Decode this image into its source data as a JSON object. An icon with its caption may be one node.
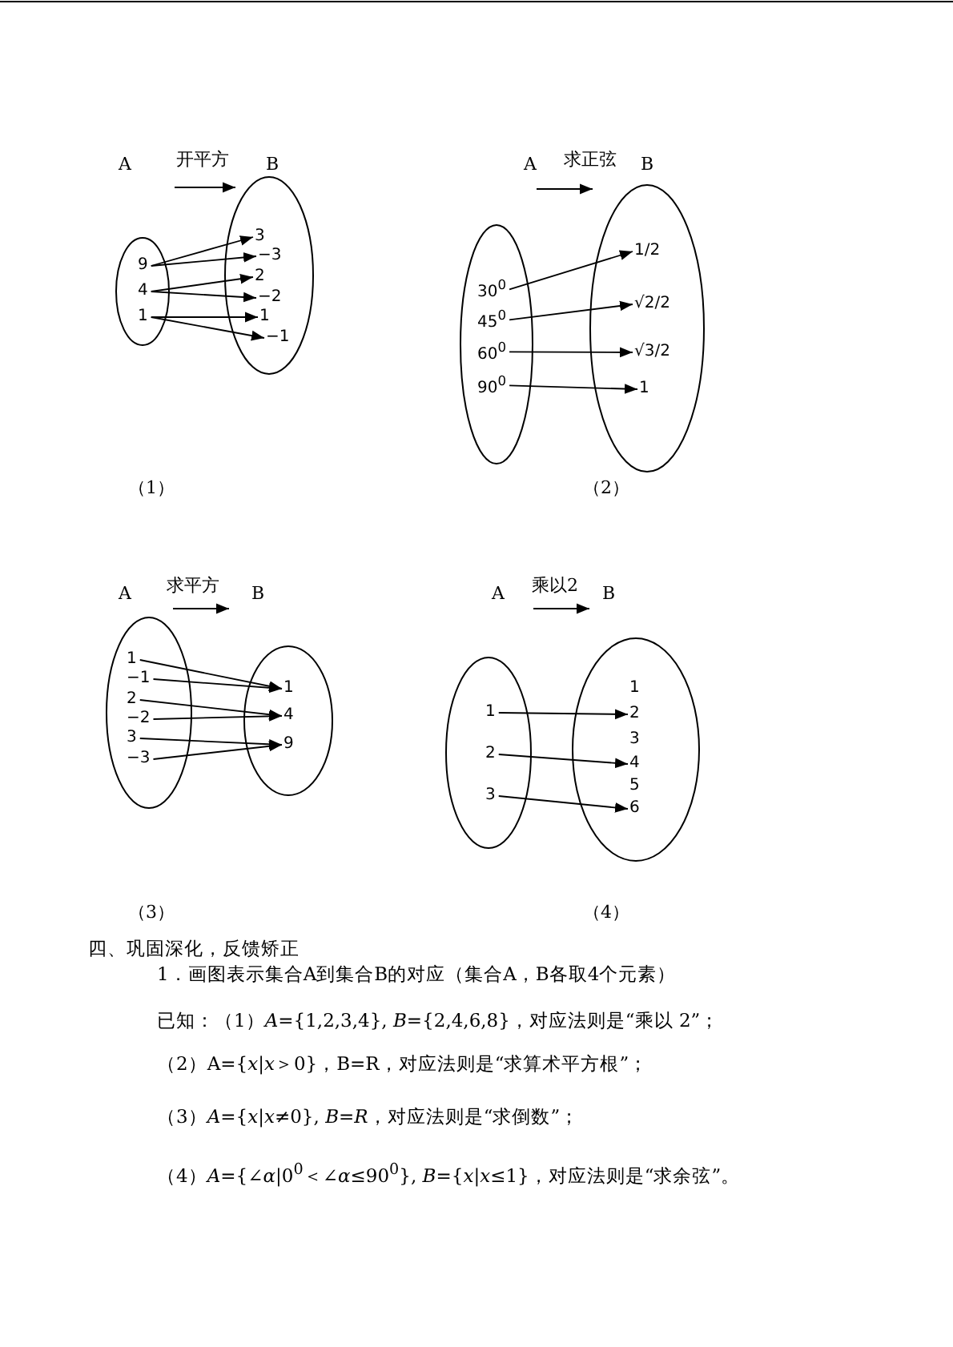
{
  "diagram": {
    "nodes": [
      {
        "text": [],
        "shape": "ellipse"
      },
      {
        "text": [
          "9"
        ],
        "in": 0
      },
      {
        "text": [
          "4"
        ],
        "in": 0
      },
      {
        "text": [
          "1"
        ],
        "in": 0
      },
      {
        "text": [],
        "shape": "ellipse"
      },
      {
        "text": [
          "3"
        ],
        "in": 4
      },
      {
        "text": [
          "−3"
        ],
        "in": 4
      },
      {
        "text": [
          "2"
        ],
        "in": 4
      },
      {
        "text": [
          "−2"
        ],
        "in": 4
      },
      {
        "text": [
          "1"
        ],
        "in": 4
      },
      {
        "text": [
          "−1"
        ],
        "in": 4
      },
      {
        "text": [],
        "shape": "ellipse"
      },
      {
        "text": [
          "30$^{0}$"
        ],
        "in": 11
      },
      {
        "text": [
          "45$^{0}$"
        ],
        "in": 11
      },
      {
        "text": [
          "60$^{0}$"
        ],
        "in": 11
      },
      {
        "text": [
          "90$^{0}$"
        ],
        "in": 11
      },
      {
        "text": [],
        "shape": "ellipse"
      },
      {
        "text": [
          "1/2"
        ],
        "in": 16
      },
      {
        "text": [
          "√2/2"
        ],
        "in": 16
      },
      {
        "text": [
          "√3/2"
        ],
        "in": 16
      },
      {
        "text": [
          "1"
        ],
        "in": 16
      },
      {
        "text": [],
        "shape": "ellipse"
      },
      {
        "text": [
          "1"
        ],
        "in": 21
      },
      {
        "text": [
          "−1"
        ],
        "in": 21
      },
      {
        "text": [
          "2"
        ],
        "in": 21
      },
      {
        "text": [
          "−2"
        ],
        "in": 21
      },
      {
        "text": [
          "3"
        ],
        "in": 21
      },
      {
        "text": [
          "−3"
        ],
        "in": 21
      },
      {
        "text": [],
        "shape": "ellipse"
      },
      {
        "text": [
          "1"
        ],
        "in": 28
      },
      {
        "text": [
          "4"
        ],
        "in": 28
      },
      {
        "text": [
          "9"
        ],
        "in": 28
      },
      {
        "text": [],
        "shape": "ellipse"
      },
      {
        "text": [
          "1"
        ],
        "in": 32
      },
      {
        "text": [
          "2"
        ],
        "in": 32
      },
      {
        "text": [
          "3"
        ],
        "in": 32
      },
      {
        "text": [],
        "shape": "ellipse"
      },
      {
        "text": [
          "1"
        ],
        "in": 36
      },
      {
        "text": [
          "2"
        ],
        "in": 36
      },
      {
        "text": [
          "3"
        ],
        "in": 36
      },
      {
        "text": [
          "4"
        ],
        "in": 36
      },
      {
        "text": [
          "5"
        ],
        "in": 36
      },
      {
        "text": [
          "6"
        ],
        "in": 36
      }
    ],
    "edges": [
      {
        "from": 1,
        "to": 5,
        "arrow": "to"
      },
      {
        "from": 1,
        "to": 6,
        "arrow": "to"
      },
      {
        "from": 2,
        "to": 7,
        "arrow": "to"
      },
      {
        "from": 2,
        "to": 8,
        "arrow": "to"
      },
      {
        "from": 3,
        "to": 9,
        "arrow": "to"
      },
      {
        "from": 3,
        "to": 10,
        "arrow": "to"
      },
      {
        "from": 12,
        "to": 17,
        "arrow": "to"
      },
      {
        "from": 13,
        "to": 18,
        "arrow": "to"
      },
      {
        "from": 14,
        "to": 19,
        "arrow": "to"
      },
      {
        "from": 15,
        "to": 20,
        "arrow": "to"
      },
      {
        "from": 22,
        "to": 29,
        "arrow": "to"
      },
      {
        "from": 23,
        "to": 29,
        "arrow": "to"
      },
      {
        "from": 24,
        "to": 30,
        "arrow": "to"
      },
      {
        "from": 25,
        "to": 30,
        "arrow": "to"
      },
      {
        "from": 26,
        "to": 31,
        "arrow": "to"
      },
      {
        "from": 27,
        "to": 31,
        "arrow": "to"
      },
      {
        "from": 33,
        "to": 38,
        "arrow": "to"
      },
      {
        "from": 34,
        "to": 40,
        "arrow": "to"
      },
      {
        "from": 35,
        "to": 42,
        "arrow": "to"
      }
    ],
    "labels": [
      "A",
      "开平方",
      "B",
      "A",
      "求正弦",
      "B",
      "（1）",
      "（2）",
      "A",
      "求平方",
      "B",
      "A",
      "乘以2",
      "B",
      "（3）",
      "（4）",
      "四、巩固深化，反馈矫正",
      "1．画图表示集合A到集合B的对应（集合A，B各取4个元素）",
      "已知：（1）*A*={1,2,3,4}, *B*={2,4,6,8}，对应法则是“乘以 2”；",
      "（2）A={*x*|*x*＞0}，B=R，对应法则是“求算术平方根”；",
      "（3）*A*={*x*|*x*≠0}, *B*=*R*，对应法则是“求倒数”；",
      "（4）*A*={∠*α*|0$^{0}$＜∠*α*≤90$^{0}$}, *B*={*x*|*x*≤1}，对应法则是“求余弦”。"
    ]
  }
}
